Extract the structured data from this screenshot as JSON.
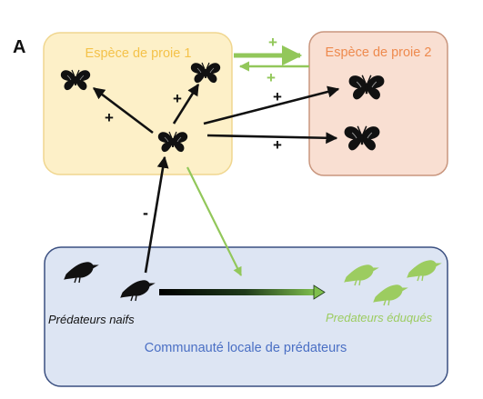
{
  "panel_letter": "A",
  "boxes": {
    "prey1": {
      "label": "Espèce de proie 1",
      "fill": "#fdf0c8",
      "stroke": "#f0d68f",
      "text_color": "#f4c24a"
    },
    "prey2": {
      "label": "Espèce de proie 2",
      "fill": "#f9dfd2",
      "stroke": "#c9967e",
      "text_color": "#ee8a4e"
    },
    "community": {
      "label": "Communauté locale de prédateurs",
      "fill": "#dde5f3",
      "stroke": "#3a4f80",
      "text_color": "#4a6fc4"
    }
  },
  "groups": {
    "naive": {
      "label": "Prédateurs naifs",
      "color": "#111111"
    },
    "educated": {
      "label": "Predateurs éduqués",
      "color": "#9ccc60"
    }
  },
  "signs": {
    "plus": "+",
    "minus": "-"
  },
  "colors": {
    "black": "#111111",
    "green": "#92c75a"
  },
  "icons": [
    "butterfly-icon",
    "bird-icon"
  ]
}
